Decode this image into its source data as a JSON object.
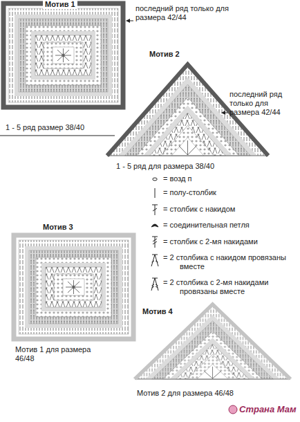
{
  "diagram": {
    "labels": [
      "Мотив 1",
      "последний ряд только для размера 42/44",
      "Мотив 2",
      "последний ряд только для размера 42/44",
      "1 - 5 ряд размер 38/40",
      "1 - 5 ряд для размера 38/40",
      "Мотив 3",
      "Мотив 4",
      "Мотив 1 для размера 46/48",
      "Мотив 2 для размера 46/48",
      "Страна Мам"
    ],
    "legend": [
      {
        "text": "= возд п"
      },
      {
        "text": "= полу-столбик"
      },
      {
        "text": "= столбик с накидом"
      },
      {
        "text": "= соединительная петля"
      },
      {
        "text": "= столбик с 2-мя накидами"
      },
      {
        "text": "= 2 столбика с накидом провязаны вместе"
      },
      {
        "text": "= 2 столбика с 2-мя накидами провязаны вместе"
      }
    ]
  }
}
